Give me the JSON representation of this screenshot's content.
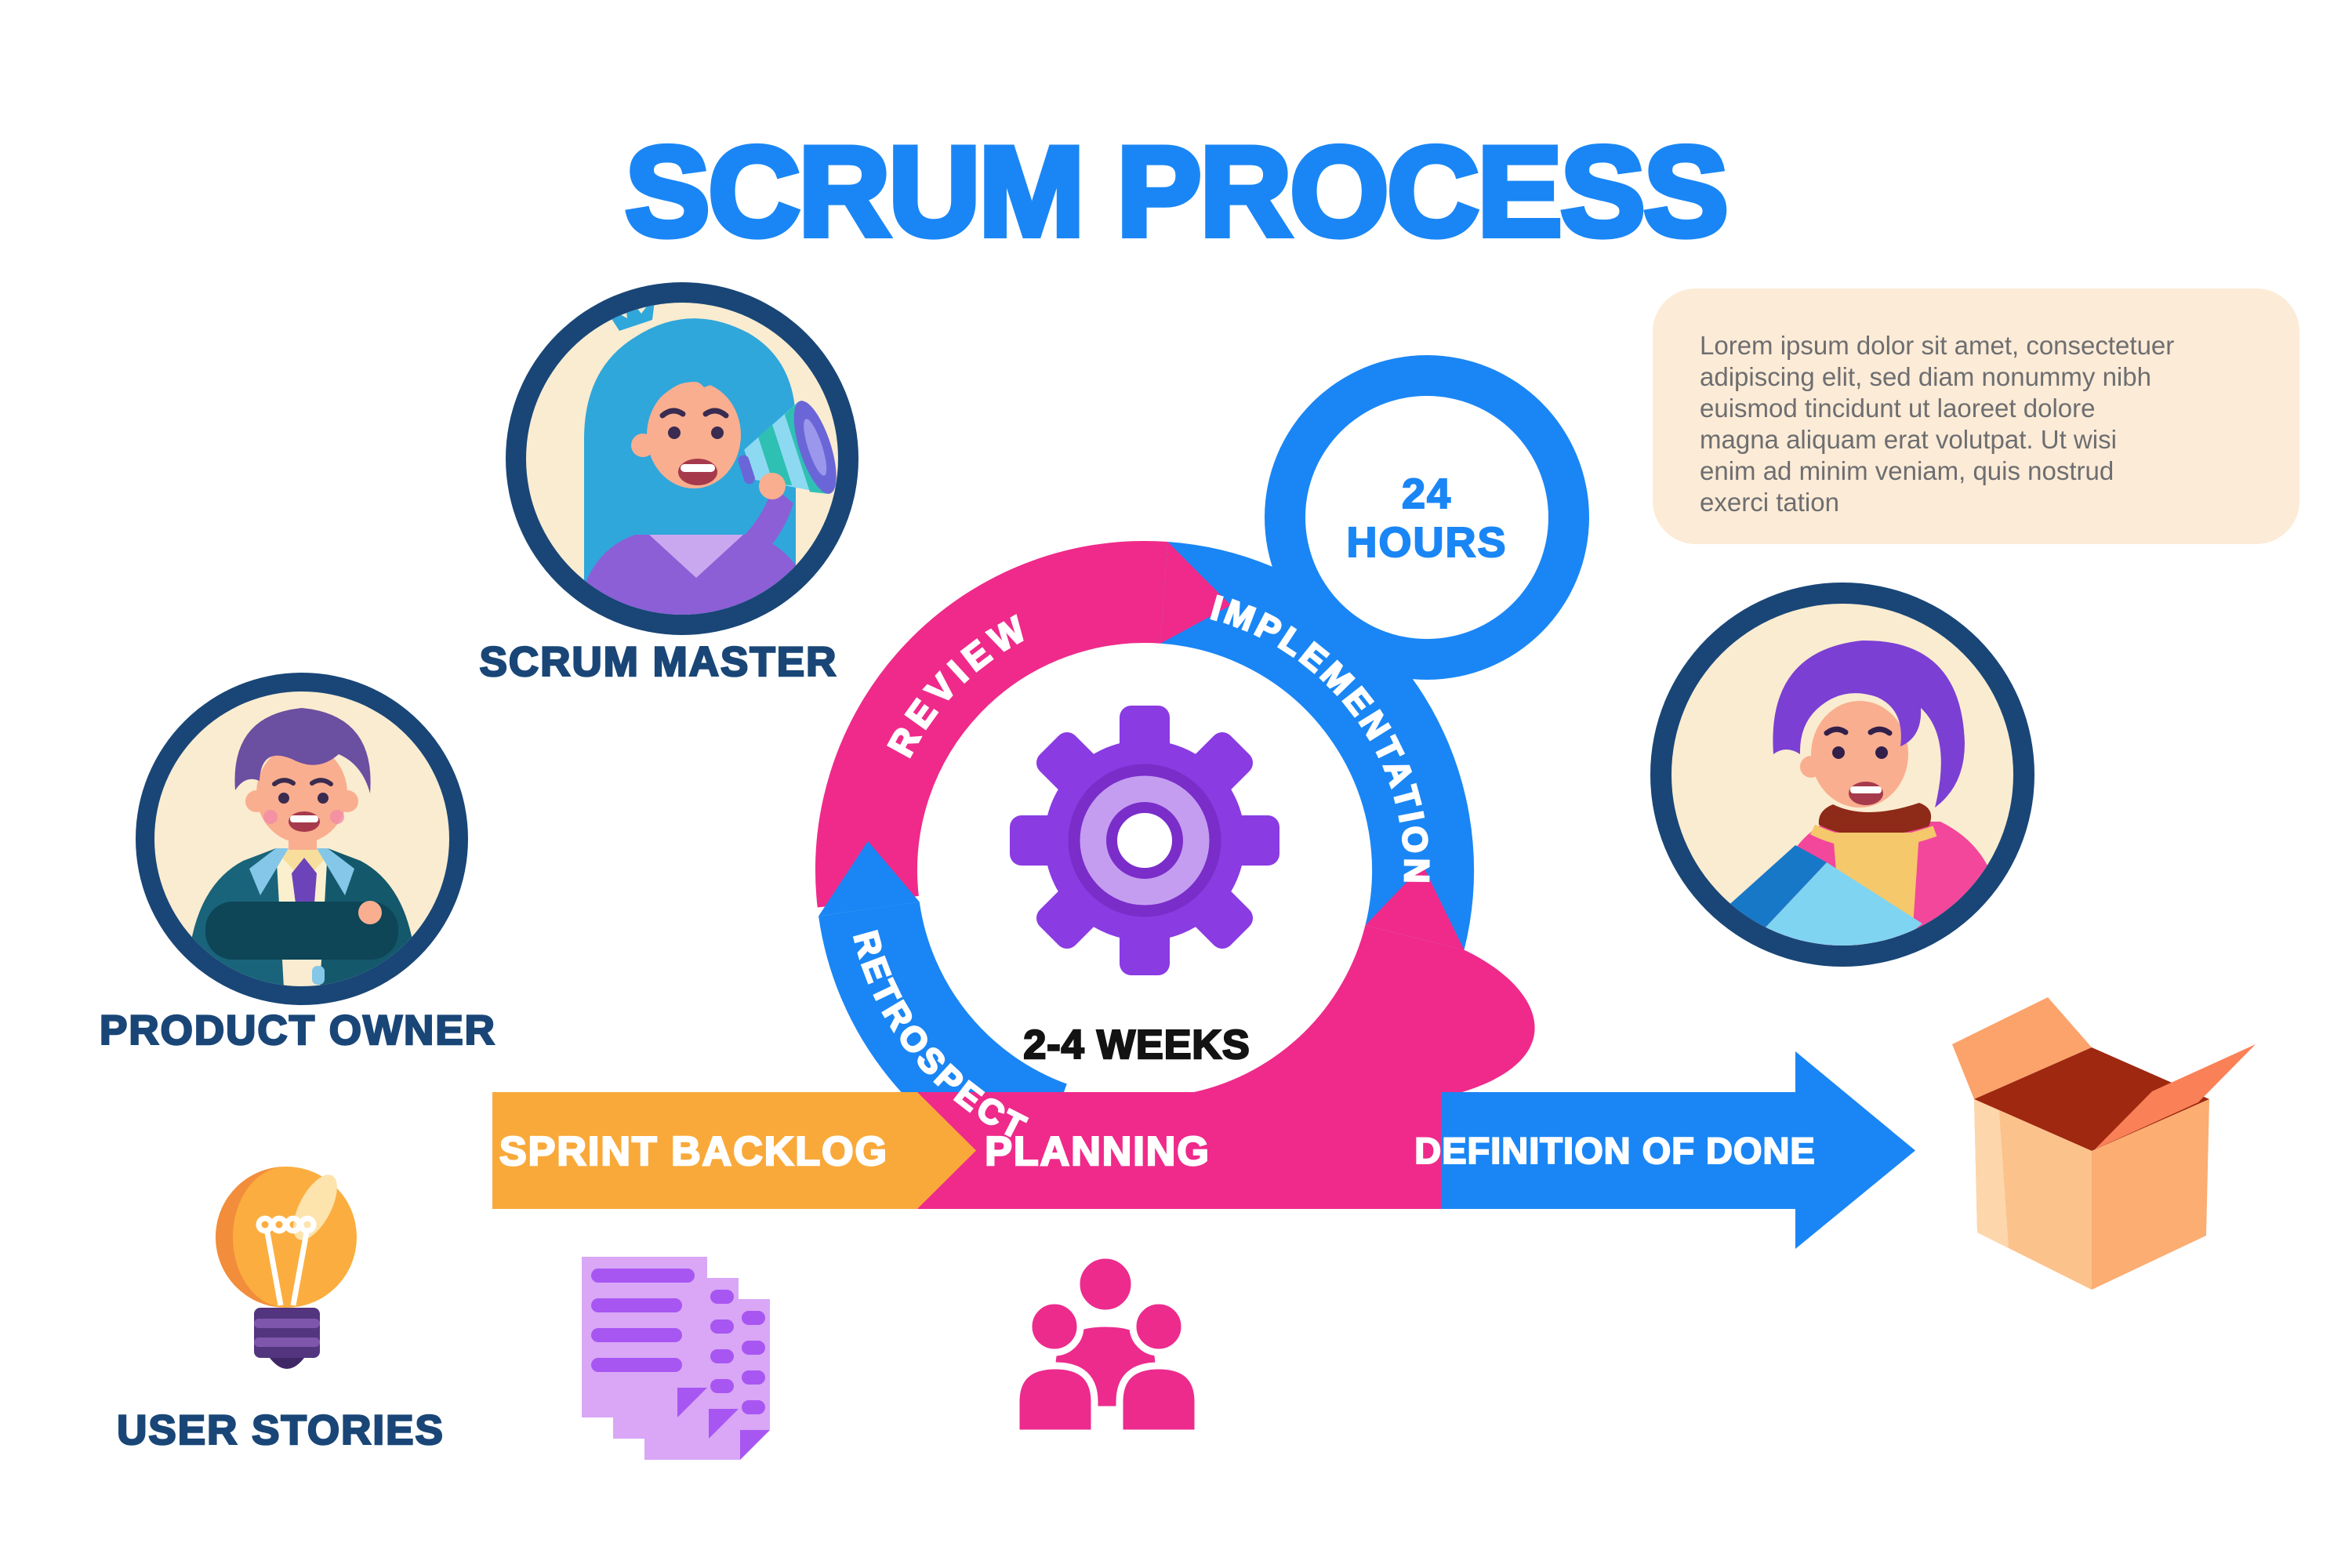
{
  "title": "SCRUM PROCESS",
  "description": {
    "lines": [
      "Lorem ipsum dolor sit amet, consectetuer",
      "adipiscing elit, sed diam nonummy nibh",
      "euismod tincidunt ut laoreet dolore",
      "magna aliquam erat volutpat. Ut wisi",
      "enim ad minim veniam, quis nostrud",
      "exerci tation"
    ]
  },
  "cycle": {
    "review": "REVIEW",
    "implementation": "IMPLEMENTATION",
    "retrospect": "RETROSPECT",
    "duration": "2-4 WEEKS"
  },
  "daily_badge": {
    "value": "24",
    "unit": "HOURS"
  },
  "flow": {
    "sprint_backlog": "SPRINT BACKLOG",
    "planning": "PLANNING",
    "definition_of_done": "DEFINITION OF DONE"
  },
  "roles": {
    "scrum_master": "SCRUM MASTER",
    "product_owner": "PRODUCT OWNER"
  },
  "artifacts": {
    "user_stories": "USER STORIES"
  },
  "colors": {
    "accent_blue": "#1A86F5",
    "accent_pink": "#EF2A8A",
    "accent_orange": "#F9A93A",
    "navy": "#194677",
    "avatar_cream": "#FAECD0",
    "panel_peach": "#FCEBD6",
    "body_text_gray": "#6D6E71",
    "gear_purple": "#8A3BE2",
    "doc_purple": "#D9A7F6",
    "box_orange": "#FCC28C"
  }
}
